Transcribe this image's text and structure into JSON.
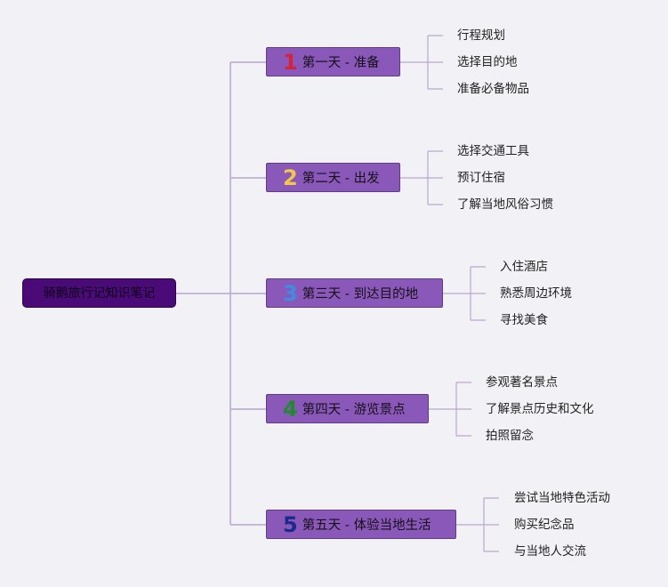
{
  "root": {
    "label": "骑鹅旅行记知识笔记"
  },
  "topics": [
    {
      "number": "1",
      "number_color": "#d3243a",
      "label": "第一天 - 准备",
      "children": [
        "行程规划",
        "选择目的地",
        "准备必备物品"
      ]
    },
    {
      "number": "2",
      "number_color": "#f2c84b",
      "label": "第二天 - 出发",
      "children": [
        "选择交通工具",
        "预订住宿",
        "了解当地风俗习惯"
      ]
    },
    {
      "number": "3",
      "number_color": "#3a8fe0",
      "label": "第三天 - 到达目的地",
      "children": [
        "入住酒店",
        "熟悉周边环境",
        "寻找美食"
      ]
    },
    {
      "number": "4",
      "number_color": "#1f8a2e",
      "label": "第四天 - 游览景点",
      "children": [
        "参观著名景点",
        "了解景点历史和文化",
        "拍照留念"
      ]
    },
    {
      "number": "5",
      "number_color": "#1c2a8a",
      "label": "第五天 - 体验当地生活",
      "children": [
        "尝试当地特色活动",
        "购买纪念品",
        "与当地人交流"
      ]
    }
  ],
  "colors": {
    "root_bg": "#4a0a78",
    "topic_bg": "#8a58b8",
    "line": "#b9a6cf",
    "background": "#f2f1f5"
  }
}
